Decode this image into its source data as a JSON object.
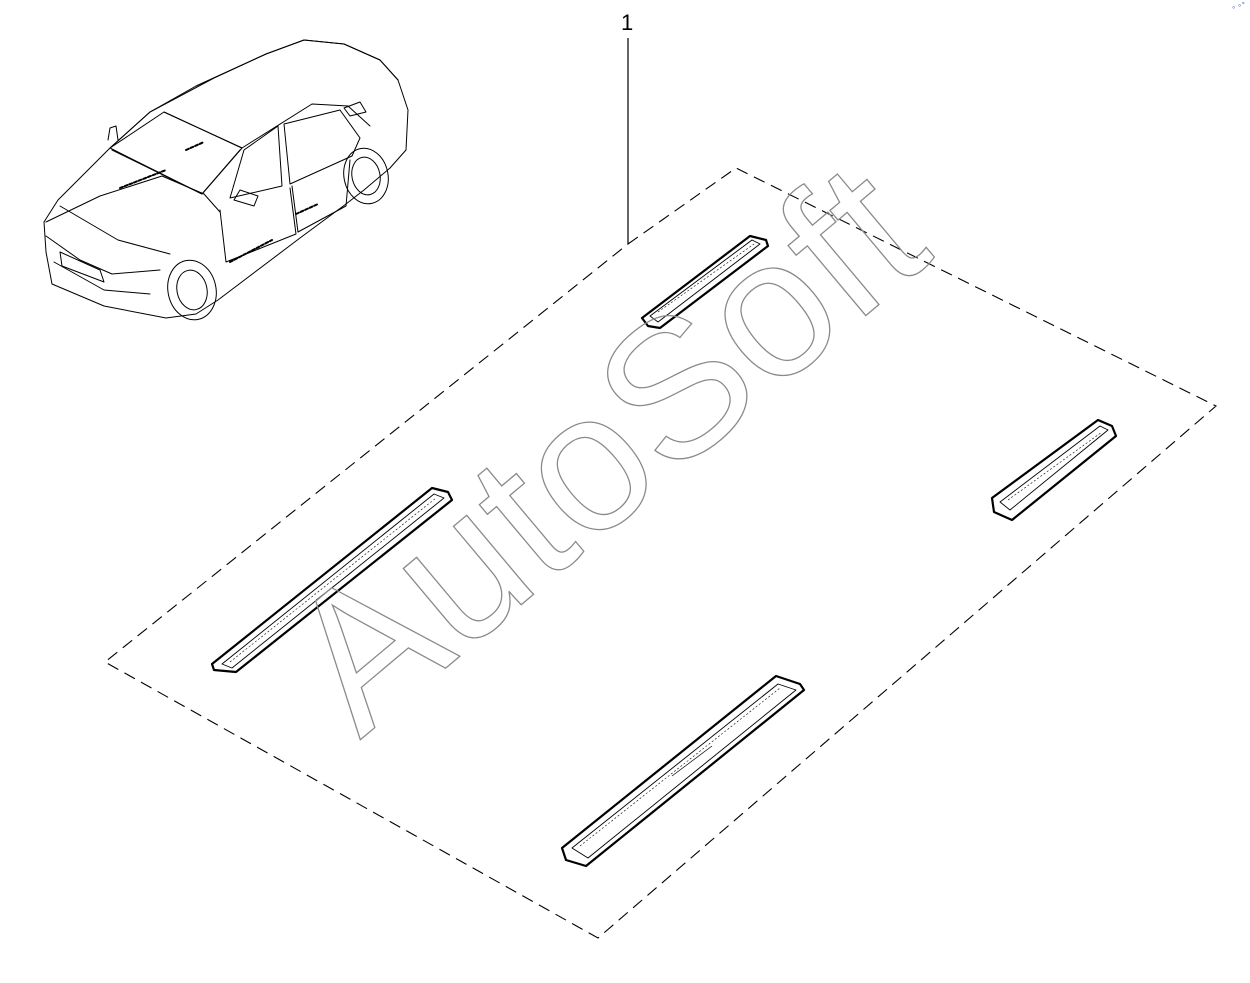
{
  "diagram": {
    "callout_label": "1",
    "watermark": "AutoSoft",
    "corner_mark": "° ∘∘",
    "colors": {
      "line": "#000000",
      "watermark": "#8a8a8a",
      "corner_mark": "#3c5fd6"
    },
    "parts": [
      {
        "name": "door-sill-plate-front-right"
      },
      {
        "name": "door-sill-plate-rear-right"
      },
      {
        "name": "door-sill-plate-front-left"
      },
      {
        "name": "door-sill-plate-rear-left"
      }
    ]
  }
}
